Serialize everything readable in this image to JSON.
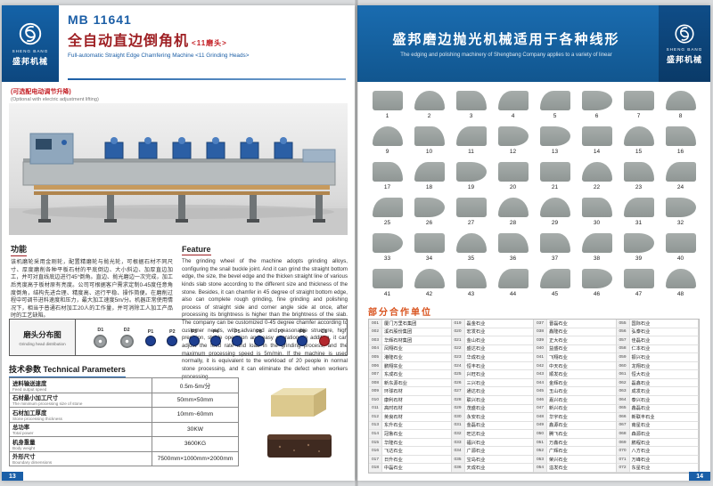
{
  "brand": {
    "en": "SHENG BANG",
    "cn": "盛邦机械"
  },
  "left": {
    "model": "MB 11641",
    "title_cn": "全自动直边倒角机",
    "title_suffix": "<11磨头>",
    "subtitle_en": "Full-automatic Straight Edge Chamfering Machine <11 Grinding Heads>",
    "optional_cn": "(可选配电动调节升降)",
    "optional_en": "(Optional with electric adjustment lifting)",
    "feature_cn": {
      "title": "功能",
      "body": "该机磨轮采用金刚轮，配置精磨轮与抛光轮，可根据石材不同尺寸、厚度磨削各种平板石材的平底倒边、大小斜边、加厚直边加工，并可对直线底边进行45°倒角。直边、抛光磨边一次完成，加工后亮度高于板材原有亮度。公司可根据客户需求定制0-45度任意角度倒角，结构先进合理、精度高、运行平稳、操作简便。在磨削过程中可调节进料速度和压力，最大加工速度5m/分。机器正常使用情况下，相当于普通石材加工20人的工作量，并可消除工人加工产品时的工艺缺陷。"
    },
    "feature_en": {
      "title": "Feature",
      "body": "The grinding wheel of the machine adopts grinding alloys, configuring the snail buckle joint. And it can grind the straight bottom edge, the size, the bevel edge and the thicken straight line of various kinds slab stone according to the different size and thickness of the stone. Besides, it can chamfer in 45 degree of straight bottom edge, also can complete rough grinding, fine grinding and polishing process of straight side and corner angle side at once, after processing its brightness is higher than the brightness of the slab. The company can be customized 0-45 degree chamfer according to customer needs, with advanced and reasonable structure, high precision, stable operation and easy operation. In addition, it can adjust the feed rate and load in the grinding process, and the maximum processing speed is 5m/min. If the machine is used normally, it is equivalent to the workload of 20 people in normal stone processing, and it can eliminate the defect when workers processing."
    },
    "grinding": {
      "label_cn": "磨头分布图",
      "label_en": "Grinding head distribution",
      "heads": [
        {
          "label": "D1",
          "type": "disc"
        },
        {
          "label": "D2",
          "type": "disc"
        },
        {
          "label": "P1",
          "type": "blue"
        },
        {
          "label": "P2",
          "type": "blue"
        },
        {
          "label": "P3",
          "type": "blue"
        },
        {
          "label": "P4",
          "type": "blue"
        },
        {
          "label": "P5",
          "type": "blue"
        },
        {
          "label": "P6",
          "type": "blue"
        },
        {
          "label": "P7",
          "type": "blue"
        },
        {
          "label": "P8",
          "type": "blue"
        },
        {
          "label": "C1",
          "type": "red"
        }
      ]
    },
    "params": {
      "title": "技术参数 Technical Parameters",
      "rows": [
        {
          "cn": "进料输送速度",
          "en": "Feed output speed",
          "value": "0.5m-5m/分"
        },
        {
          "cn": "石材最小加工尺寸",
          "en": "The minimum processing size of stone",
          "value": "50mm×50mm"
        },
        {
          "cn": "石材加工厚度",
          "en": "Stone processing thickness",
          "value": "10mm~60mm"
        },
        {
          "cn": "总功率",
          "en": "Total power",
          "value": "30KW"
        },
        {
          "cn": "机身重量",
          "en": "Body weight",
          "value": "3600KG"
        },
        {
          "cn": "外形尺寸",
          "en": "Boundary dimensions",
          "value": "7500mm×1000mm×2000mm"
        }
      ]
    },
    "page_number": "13"
  },
  "right": {
    "title_cn": "盛邦磨边抛光机械适用于各种线形",
    "subtitle_en": "The edging and polishing machinery of Shengbang Company applies to a variety of linear",
    "shapes": [
      1,
      2,
      3,
      4,
      5,
      6,
      7,
      8,
      9,
      10,
      11,
      12,
      13,
      14,
      15,
      16,
      17,
      18,
      19,
      20,
      21,
      22,
      23,
      24,
      25,
      26,
      27,
      28,
      29,
      30,
      31,
      32,
      33,
      34,
      35,
      36,
      37,
      38,
      39,
      40,
      41,
      42,
      43,
      44,
      45,
      46,
      47,
      48
    ],
    "partners": {
      "title": "部分合作单位",
      "items": [
        {
          "no": "001",
          "name": "厦门万里石集团"
        },
        {
          "no": "002",
          "name": "溪石股份集团"
        },
        {
          "no": "003",
          "name": "华辉石材集团"
        },
        {
          "no": "004",
          "name": "凤翔石业"
        },
        {
          "no": "005",
          "name": "港隆石业"
        },
        {
          "no": "006",
          "name": "鹏翔实业"
        },
        {
          "no": "007",
          "name": "东成石业"
        },
        {
          "no": "008",
          "name": "新东源石业"
        },
        {
          "no": "009",
          "name": "环球石材"
        },
        {
          "no": "010",
          "name": "康利石材"
        },
        {
          "no": "011",
          "name": "高时石材"
        },
        {
          "no": "012",
          "name": "英良石材"
        },
        {
          "no": "013",
          "name": "东升石业"
        },
        {
          "no": "014",
          "name": "冠鲁石业"
        },
        {
          "no": "015",
          "name": "华隆石业"
        },
        {
          "no": "016",
          "name": "飞达石业"
        },
        {
          "no": "017",
          "name": "日升石业"
        },
        {
          "no": "018",
          "name": "中磊石业"
        },
        {
          "no": "019",
          "name": "磊金石业"
        },
        {
          "no": "020",
          "name": "宏发石业"
        },
        {
          "no": "021",
          "name": "金山石业"
        },
        {
          "no": "022",
          "name": "盛达石业"
        },
        {
          "no": "023",
          "name": "华成石业"
        },
        {
          "no": "024",
          "name": "恒丰石业"
        },
        {
          "no": "025",
          "name": "兴旺石业"
        },
        {
          "no": "026",
          "name": "三兴石业"
        },
        {
          "no": "027",
          "name": "通达石业"
        },
        {
          "no": "028",
          "name": "联兴石业"
        },
        {
          "no": "029",
          "name": "茂盛石业"
        },
        {
          "no": "030",
          "name": "永安石业"
        },
        {
          "no": "031",
          "name": "金磊石业"
        },
        {
          "no": "032",
          "name": "旺达石业"
        },
        {
          "no": "033",
          "name": "福兴石业"
        },
        {
          "no": "034",
          "name": "广源石业"
        },
        {
          "no": "035",
          "name": "宝岛石业"
        },
        {
          "no": "036",
          "name": "天成石业"
        },
        {
          "no": "037",
          "name": "晋磊石业"
        },
        {
          "no": "038",
          "name": "鑫隆石业"
        },
        {
          "no": "039",
          "name": "正大石业"
        },
        {
          "no": "040",
          "name": "益盛石业"
        },
        {
          "no": "041",
          "name": "飞翔石业"
        },
        {
          "no": "042",
          "name": "中天石业"
        },
        {
          "no": "043",
          "name": "顺发石业"
        },
        {
          "no": "044",
          "name": "金辉石业"
        },
        {
          "no": "045",
          "name": "玉山石业"
        },
        {
          "no": "046",
          "name": "嘉兴石业"
        },
        {
          "no": "047",
          "name": "新兴石业"
        },
        {
          "no": "048",
          "name": "华宇石业"
        },
        {
          "no": "049",
          "name": "鑫源石业"
        },
        {
          "no": "050",
          "name": "腾飞石业"
        },
        {
          "no": "051",
          "name": "万鑫石业"
        },
        {
          "no": "052",
          "name": "广辉石业"
        },
        {
          "no": "053",
          "name": "荣兴石业"
        },
        {
          "no": "054",
          "name": "溢发石业"
        },
        {
          "no": "055",
          "name": "国际石业"
        },
        {
          "no": "056",
          "name": "弘泰石业"
        },
        {
          "no": "057",
          "name": "佳磊石业"
        },
        {
          "no": "058",
          "name": "仁本石业"
        },
        {
          "no": "059",
          "name": "振兴石业"
        },
        {
          "no": "060",
          "name": "龙翔石业"
        },
        {
          "no": "061",
          "name": "恒大石业"
        },
        {
          "no": "062",
          "name": "磊鑫石业"
        },
        {
          "no": "063",
          "name": "成发石业"
        },
        {
          "no": "064",
          "name": "泰兴石业"
        },
        {
          "no": "065",
          "name": "鑫磊石业"
        },
        {
          "no": "066",
          "name": "新联丰石业"
        },
        {
          "no": "067",
          "name": "南星石业"
        },
        {
          "no": "068",
          "name": "森源石业"
        },
        {
          "no": "069",
          "name": "鹏程石业"
        },
        {
          "no": "070",
          "name": "八方石业"
        },
        {
          "no": "071",
          "name": "万峰石业"
        },
        {
          "no": "072",
          "name": "东星石业"
        }
      ]
    },
    "page_number": "14"
  }
}
